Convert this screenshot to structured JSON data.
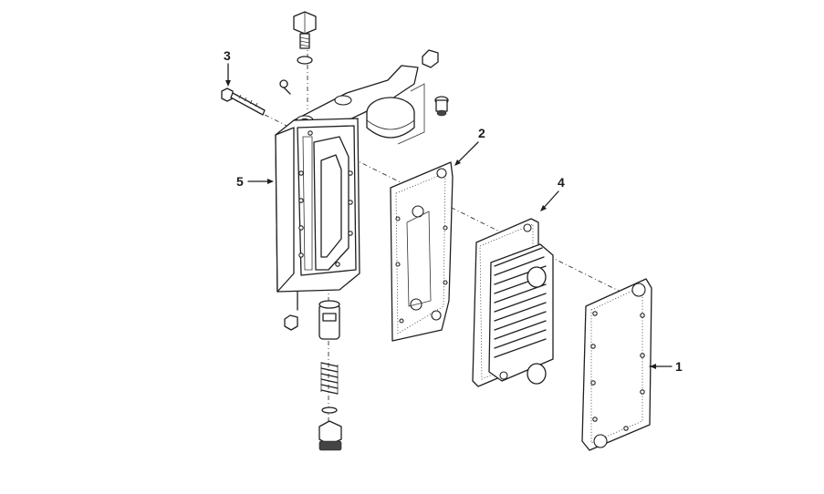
{
  "callouts": [
    {
      "id": "1",
      "label": "1"
    },
    {
      "id": "2",
      "label": "2"
    },
    {
      "id": "3",
      "label": "3"
    },
    {
      "id": "4",
      "label": "4"
    },
    {
      "id": "5",
      "label": "5"
    }
  ],
  "parts": [
    {
      "callout": "1",
      "icon": "cooler-gasket-icon"
    },
    {
      "callout": "2",
      "icon": "housing-gasket-icon"
    },
    {
      "callout": "3",
      "icon": "capscrew-icon"
    },
    {
      "callout": "4",
      "icon": "cooler-element-icon"
    },
    {
      "callout": "5",
      "icon": "filter-head-housing-icon"
    }
  ]
}
